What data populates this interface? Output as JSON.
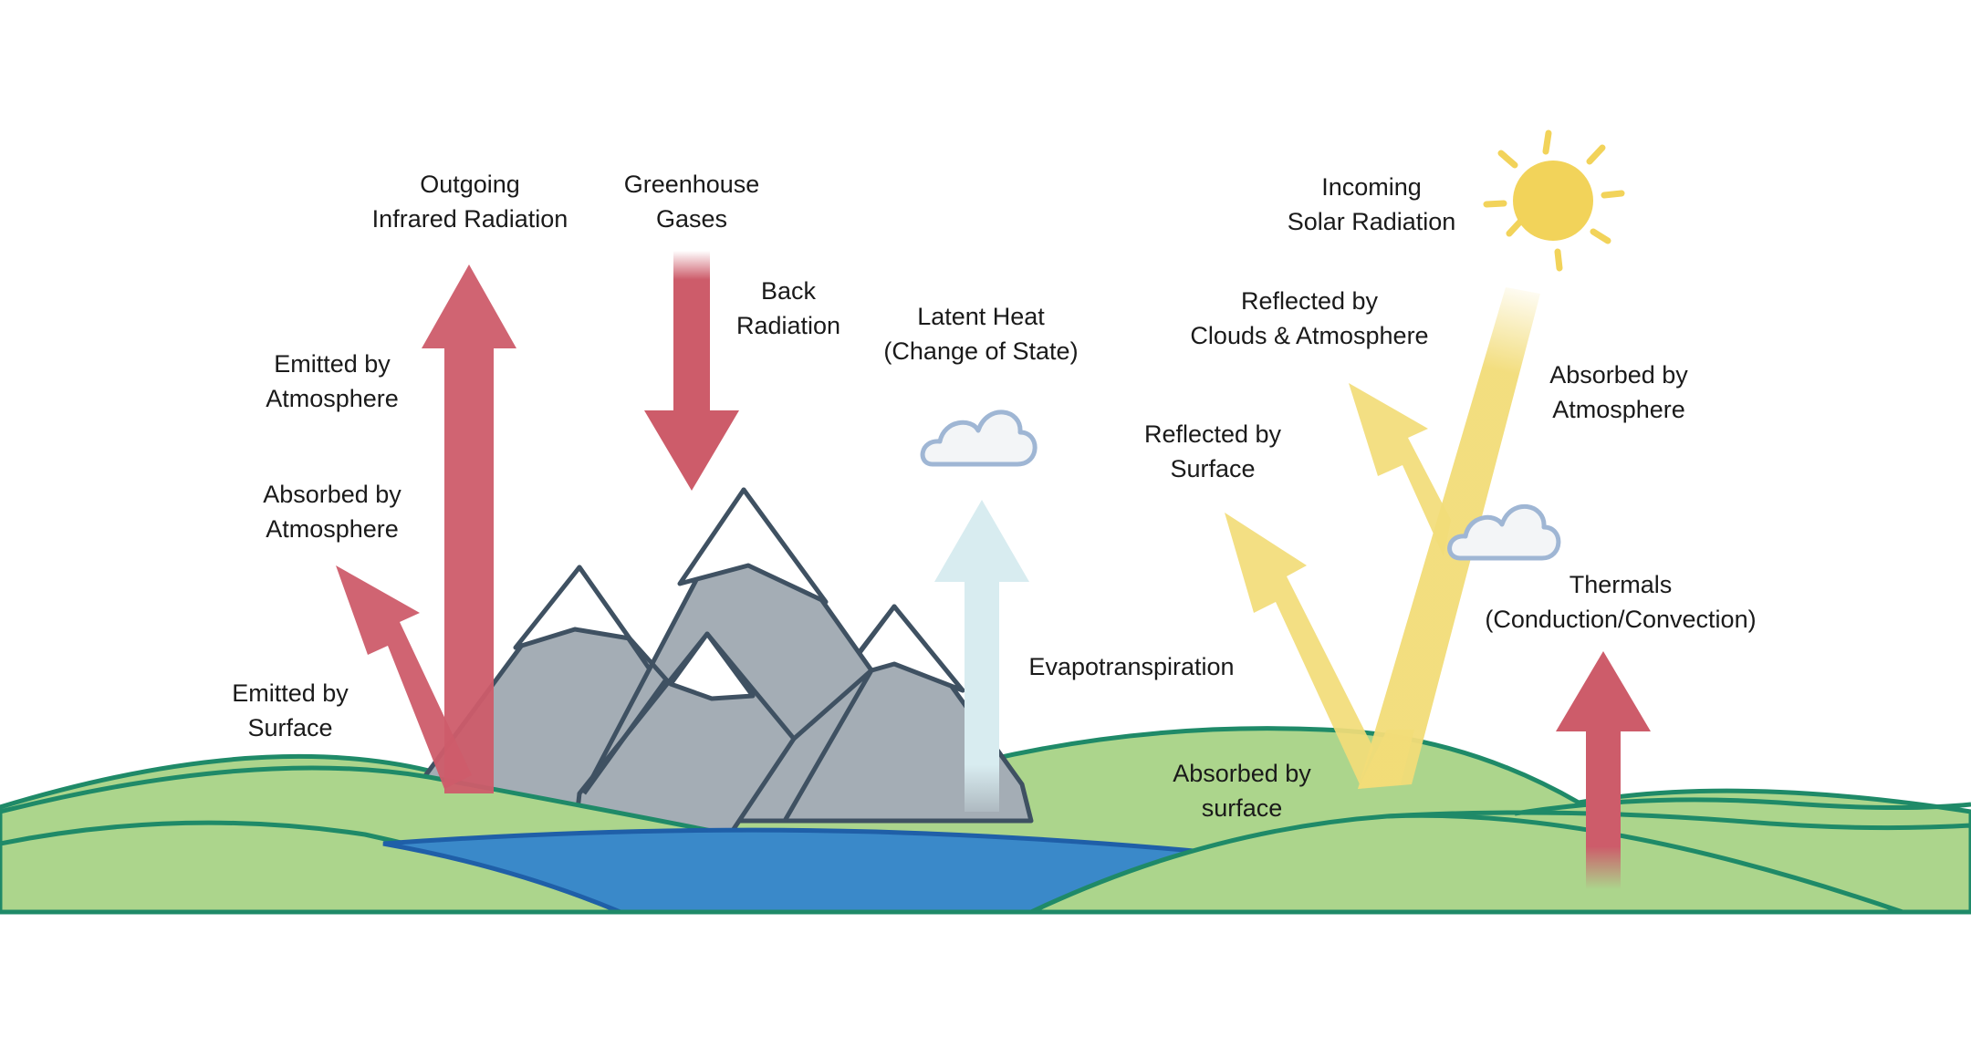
{
  "labels": {
    "outgoing_infrared": [
      "Outgoing",
      "Infrared Radiation"
    ],
    "greenhouse_gases": [
      "Greenhouse",
      "Gases"
    ],
    "back_radiation": [
      "Back",
      "Radiation"
    ],
    "latent_heat": [
      "Latent Heat",
      "(Change of State)"
    ],
    "incoming_solar": [
      "Incoming",
      "Solar Radiation"
    ],
    "reflected_clouds": [
      "Reflected by",
      "Clouds & Atmosphere"
    ],
    "absorbed_atmosphere_right": [
      "Absorbed by",
      "Atmosphere"
    ],
    "emitted_atmosphere": [
      "Emitted by",
      "Atmosphere"
    ],
    "absorbed_atmosphere_left": [
      "Absorbed by",
      "Atmosphere"
    ],
    "reflected_surface": [
      "Reflected by",
      "Surface"
    ],
    "thermals": [
      "Thermals",
      "(Conduction/Convection)"
    ],
    "evapotranspiration": [
      "Evapotranspiration"
    ],
    "emitted_surface": [
      "Emitted by",
      "Surface"
    ],
    "absorbed_surface": [
      "Absorbed by",
      "surface"
    ]
  },
  "colors": {
    "infrared_arrow": "#cd5c6a",
    "solar_arrow": "#f2dc78",
    "latent_arrow": "#d8ecf0",
    "sun": "#f2d35a",
    "hills": "#acd58c",
    "hill_outline": "#1f8a68",
    "lake": "#3a89c9",
    "lake_outline": "#1f5fa8",
    "mountain": "#a4adb5",
    "mountain_outline": "#3f5162",
    "cloud_fill": "#f3f5f7",
    "cloud_outline": "#9fb6d4"
  }
}
